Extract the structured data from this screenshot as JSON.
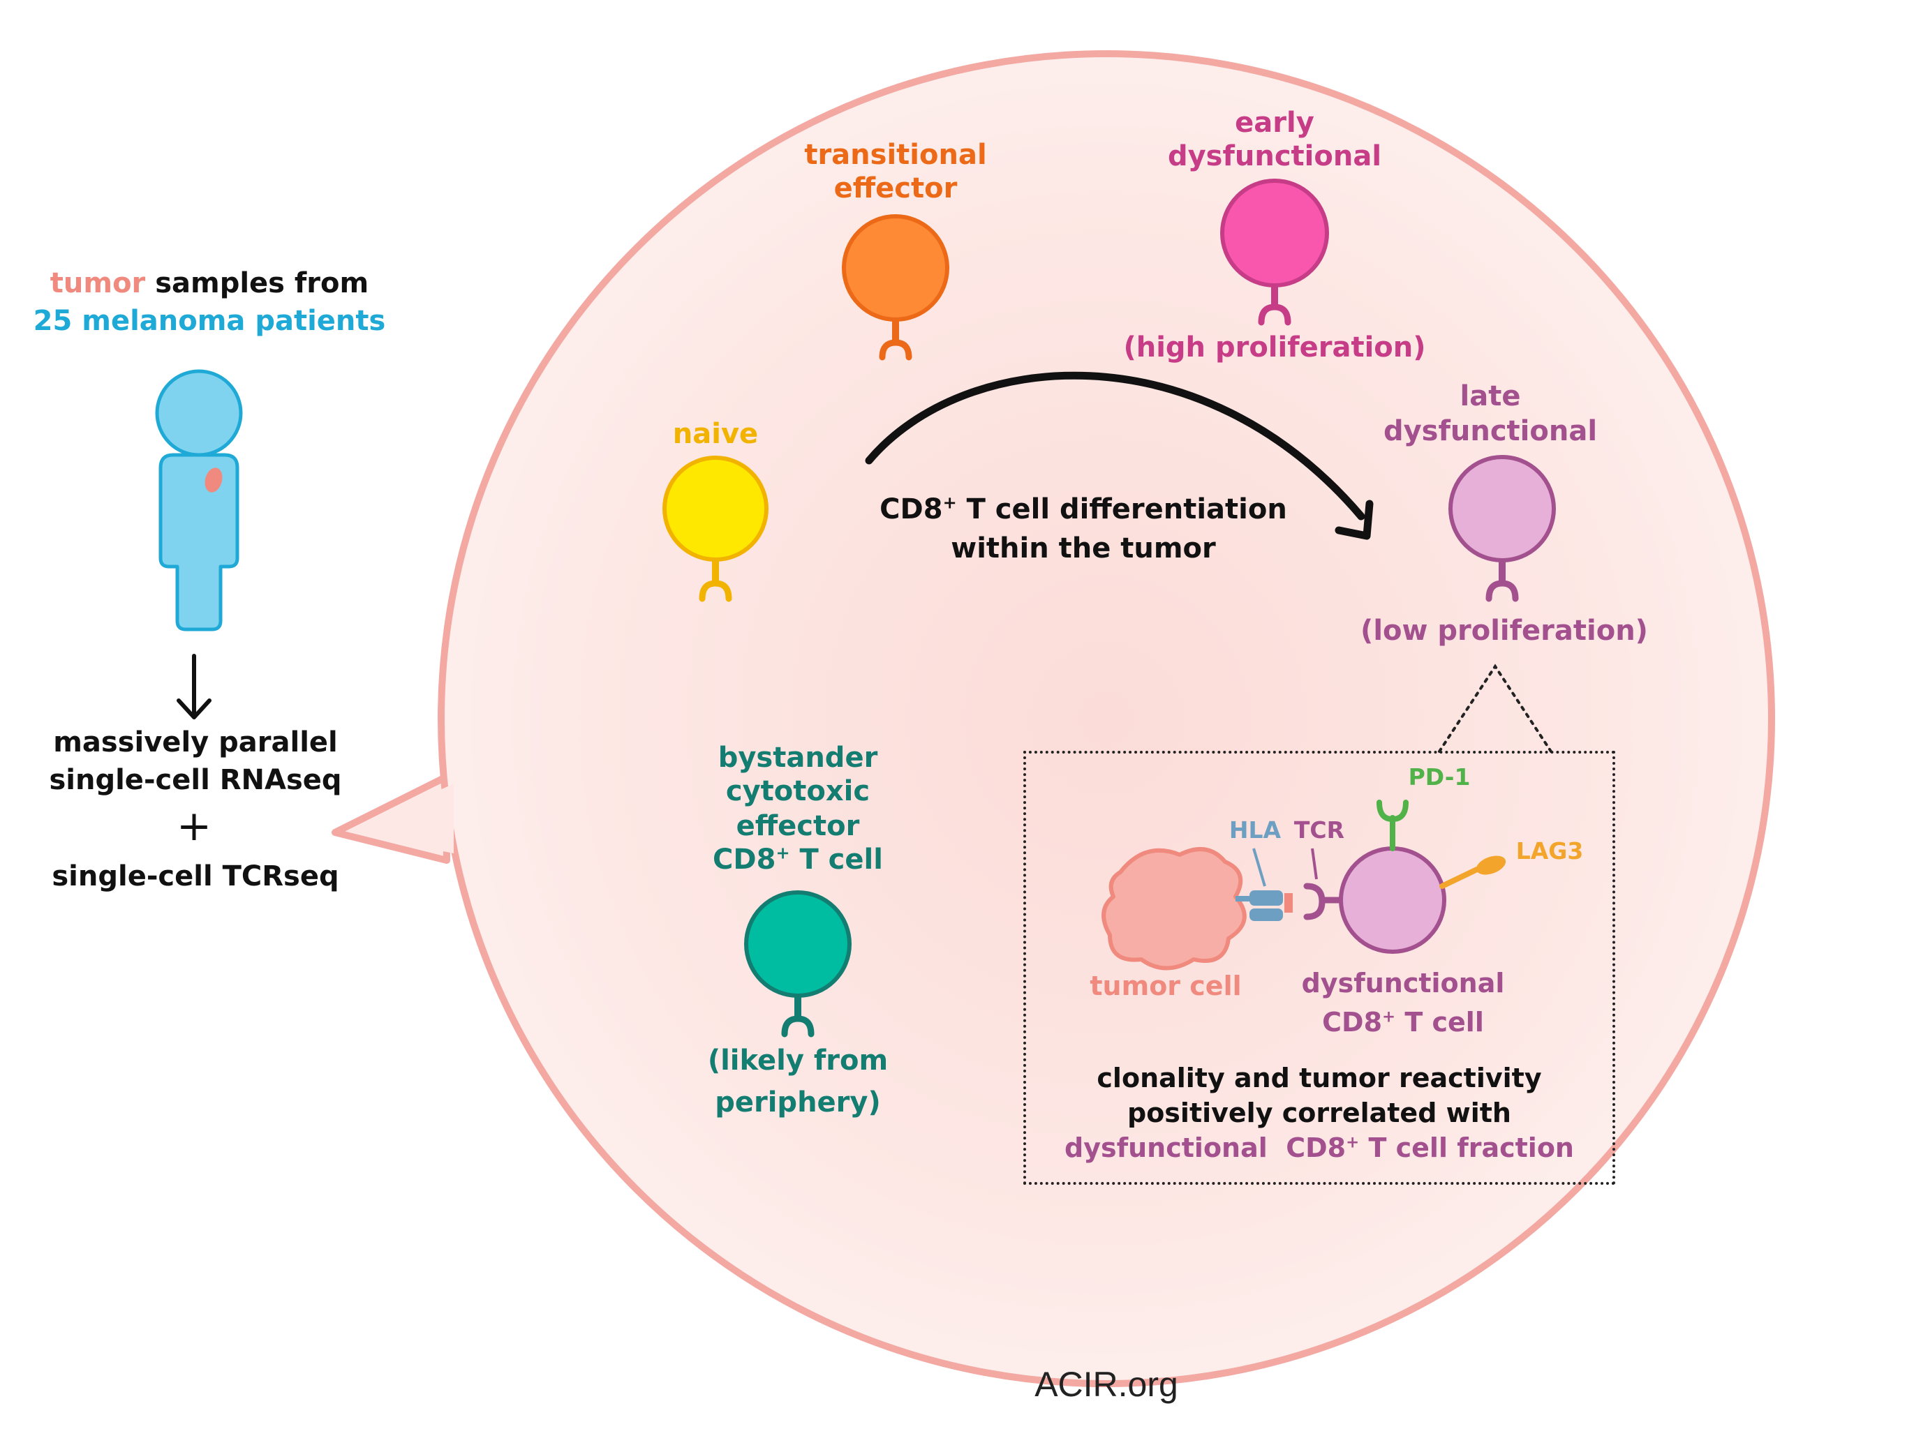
{
  "left_panel": {
    "intro_tumor_word": "tumor",
    "intro_rest": " samples from",
    "intro_patients": "25 melanoma patients",
    "method_line1": "massively parallel",
    "method_line2": "single-cell RNAseq",
    "plus": "+",
    "method_line3": "single-cell TCRseq"
  },
  "cells": {
    "naive": {
      "label": "naive"
    },
    "transitional": {
      "line1": "transitional",
      "line2": "effector"
    },
    "early": {
      "line1": "early",
      "line2": "dysfunctional",
      "note": "(high proliferation)"
    },
    "late": {
      "line1": "late",
      "line2": "dysfunctional",
      "note": "(low proliferation)"
    },
    "bystander": {
      "line1": "bystander",
      "line2": "cytotoxic",
      "line3": "effector",
      "line4_pre": "CD8",
      "line4_sup": "+",
      "line4_post": " T cell",
      "note1": "(likely from",
      "note2": "periphery)"
    }
  },
  "arrow": {
    "line1_pre": "CD8",
    "line1_sup": "+",
    "line1_post": " T cell differentiation",
    "line2": "within the tumor"
  },
  "inset": {
    "pd1": "PD-1",
    "hla": "HLA",
    "tcr": "TCR",
    "lag3": "LAG3",
    "tumor_cell": "tumor cell",
    "dys_line1": "dysfunctional",
    "dys_line2_pre": "CD8",
    "dys_line2_sup": "+",
    "dys_line2_post": " T cell",
    "summary1": "clonality and tumor reactivity",
    "summary2": "positively correlated with",
    "summary3_a": "dysfunctional",
    "summary3_b_pre": "  CD8",
    "summary3_b_sup": "+",
    "summary3_b_post": " T cell fraction"
  },
  "footer": "ACIR.org",
  "colors": {
    "tumor_salmon": "#f08a7e",
    "patient_blue": "#7fd3ee",
    "patient_text_blue": "#1fa9d6",
    "naive_yellow": "#ffe800",
    "naive_text": "#f2b200",
    "transitional_orange": "#fe8a35",
    "transitional_text": "#ec6a17",
    "early_pink": "#f957ae",
    "early_text": "#c63c86",
    "late_lilac": "#e6b0d8",
    "late_text": "#a3508e",
    "bystander_teal": "#00bda2",
    "bystander_text": "#137d72",
    "pd1_green": "#52b24a",
    "lag3_orange": "#f2a52a",
    "hla_blue": "#6d9fc2",
    "bubble_border": "#f4a8a2"
  }
}
